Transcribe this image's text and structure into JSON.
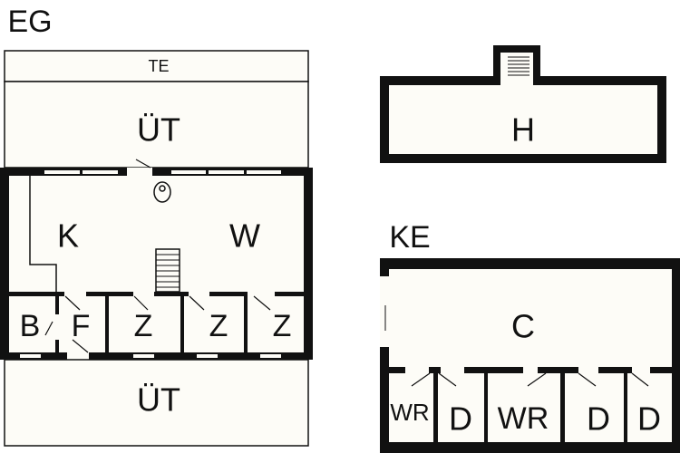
{
  "floors": {
    "eg": {
      "title": "EG",
      "rooms": {
        "te": "TE",
        "ut_top": "ÜT",
        "k": "K",
        "w": "W",
        "b": "B",
        "f": "F",
        "z1": "Z",
        "z2": "Z",
        "z3": "Z",
        "ut_bottom": "ÜT"
      }
    },
    "attic": {
      "rooms": {
        "h": "H"
      }
    },
    "ke": {
      "title": "KE",
      "rooms": {
        "c": "C",
        "wr1": "WR",
        "d1": "D",
        "wr2": "WR",
        "d2": "D",
        "d3": "D"
      }
    }
  },
  "colors": {
    "wall": "#111111",
    "floor": "#fdfcf7"
  }
}
